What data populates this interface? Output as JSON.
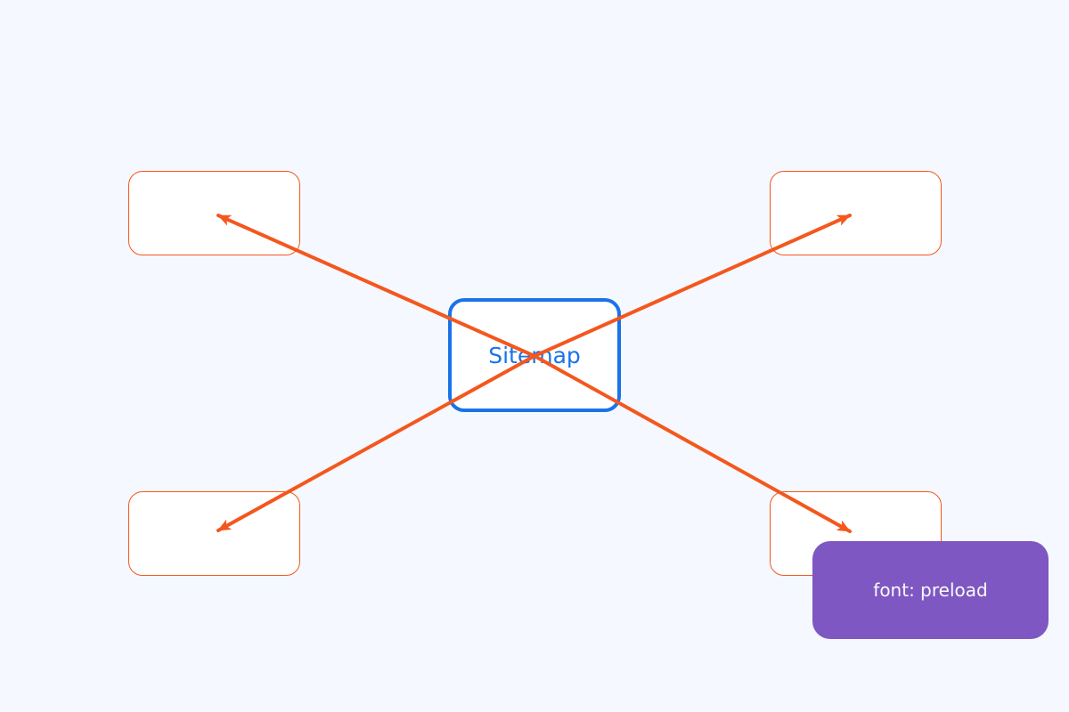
{
  "diagram": {
    "center_node": {
      "id": "center",
      "label": "Sitemap"
    },
    "corner_nodes": [
      {
        "id": "top-left",
        "label": ""
      },
      {
        "id": "top-right",
        "label": ""
      },
      {
        "id": "bottom-left",
        "label": ""
      },
      {
        "id": "bottom-right",
        "label": ""
      }
    ],
    "edges": [
      {
        "from": "center",
        "to": "top-left",
        "arrowhead": "arrow"
      },
      {
        "from": "center",
        "to": "top-right",
        "arrowhead": "arrow"
      },
      {
        "from": "center",
        "to": "bottom-left",
        "arrowhead": "arrow"
      },
      {
        "from": "center",
        "to": "bottom-right",
        "arrowhead": "arrow"
      }
    ]
  },
  "badge": {
    "label": "font: preload"
  },
  "colors": {
    "background": "#f5f8fe",
    "edge-orange": "#f4571d",
    "node-blue": "#1a73e8",
    "node-fill": "#ffffff",
    "badge-purple": "#7e57c2",
    "badge-text": "#fafafa"
  }
}
